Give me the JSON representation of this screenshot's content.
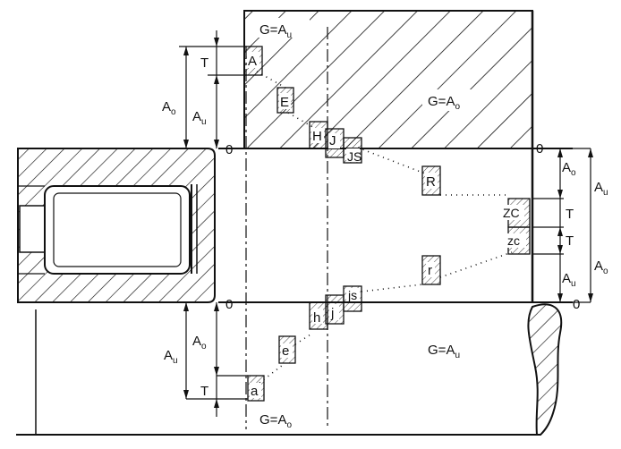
{
  "labels": {
    "g_au_top": "G",
    "g_au_top_eq": "=",
    "g_au_top_sym": "A",
    "g_au_top_sub": "u",
    "g_ao_top": "G",
    "g_ao_top_eq": "=",
    "g_ao_top_sym": "A",
    "g_ao_top_sub": "o",
    "g_au_bottom": "G",
    "g_au_bottom_eq": "=",
    "g_au_bottom_sym": "A",
    "g_au_bottom_sub": "u",
    "g_ao_bottom": "G",
    "g_ao_bottom_eq": "=",
    "g_ao_bottom_sym": "A",
    "g_ao_bottom_sub": "o",
    "zero": "0",
    "T": "T",
    "A": "A",
    "o": "o",
    "u": "u"
  },
  "fields": {
    "upper_shaft": [
      "A",
      "E",
      "H",
      "J",
      "JS"
    ],
    "upper_hole": [
      "R",
      "ZC"
    ],
    "lower_hole": [
      "r",
      "zc"
    ],
    "lower_shaft": [
      "a",
      "e",
      "h",
      "j",
      "js"
    ]
  }
}
